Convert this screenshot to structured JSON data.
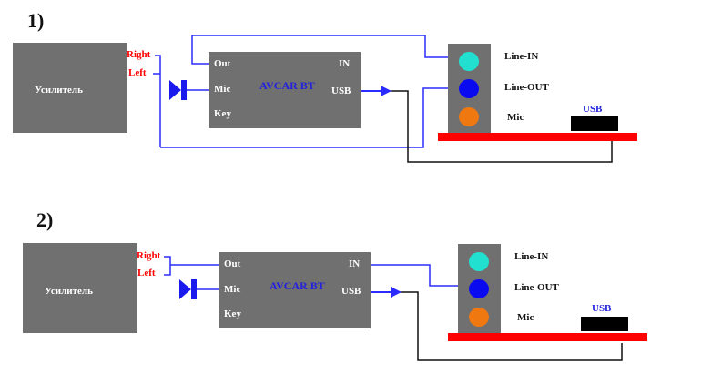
{
  "diagrams": [
    {
      "number": "1)",
      "amplifier": {
        "label": "Усилитель"
      },
      "amp_outputs": {
        "right": "Right",
        "left": "Left"
      },
      "module": {
        "title": "AVCAR BT",
        "pins_left": [
          "Out",
          "Mic",
          "Key"
        ],
        "pins_right": [
          "IN",
          "USB"
        ]
      },
      "panel": {
        "jacks": [
          {
            "label": "Line-IN",
            "color": "#22e0d0"
          },
          {
            "label": "Line-OUT",
            "color": "#0a0af0"
          },
          {
            "label": "Mic",
            "color": "#f07810"
          }
        ]
      },
      "usb_label": "USB"
    },
    {
      "number": "2)",
      "amplifier": {
        "label": "Усилитель"
      },
      "amp_outputs": {
        "right": "Right",
        "left": "Left"
      },
      "module": {
        "title": "AVCAR BT",
        "pins_left": [
          "Out",
          "Mic",
          "Key"
        ],
        "pins_right": [
          "IN",
          "USB"
        ]
      },
      "panel": {
        "jacks": [
          {
            "label": "Line-IN",
            "color": "#22e0d0"
          },
          {
            "label": "Line-OUT",
            "color": "#0a0af0"
          },
          {
            "label": "Mic",
            "color": "#f07810"
          }
        ]
      },
      "usb_label": "USB"
    }
  ],
  "colors": {
    "wire_blue": "#2b2bff",
    "wire_black": "#111111",
    "board_red": "#ff0000",
    "box_gray": "#707070"
  }
}
